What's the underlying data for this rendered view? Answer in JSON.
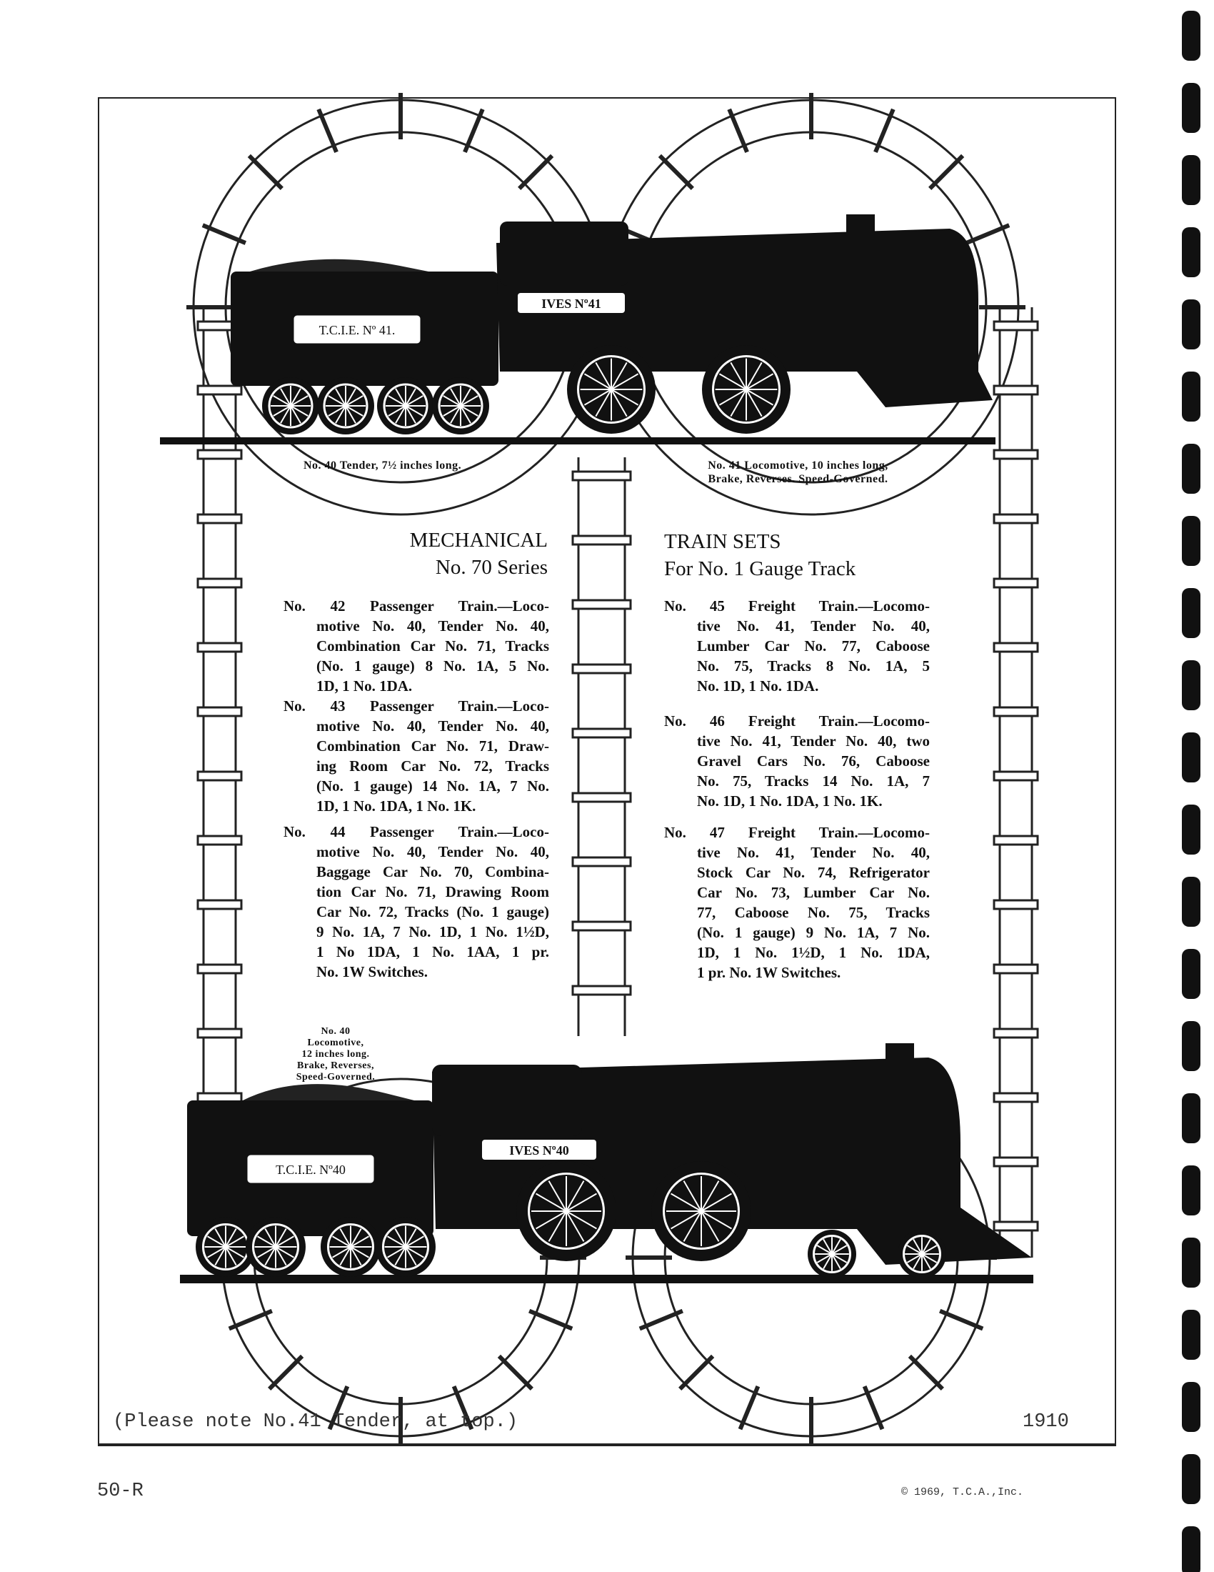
{
  "top_train": {
    "tender_plate": "T.C.I.E. Nº 41.",
    "loco_plate": "IVES Nº41",
    "tender_caption": "No. 40 Tender, 7½ inches long.",
    "loco_caption": [
      "No. 41 Locomotive, 10 inches long,",
      "Brake, Reverses. Speed-Governed."
    ]
  },
  "left_column": {
    "heading": [
      "MECHANICAL",
      "No. 70 Series"
    ],
    "items": [
      {
        "lines": [
          "No. 42 Passenger Train.—Loco-",
          "motive No. 40, Tender No. 40,",
          "Combination Car No. 71, Tracks",
          "(No. 1 gauge) 8 No. 1A, 5 No.",
          "1D, 1 No. 1DA."
        ]
      },
      {
        "lines": [
          "No. 43 Passenger Train.—Loco-",
          "motive No. 40, Tender No. 40,",
          "Combination Car No. 71, Draw-",
          "ing Room Car No. 72, Tracks",
          "(No. 1 gauge) 14 No. 1A, 7 No.",
          "1D, 1 No. 1DA, 1 No. 1K."
        ]
      },
      {
        "lines": [
          "No. 44 Passenger Train.—Loco-",
          "motive No. 40, Tender No. 40,",
          "Baggage Car No. 70, Combina-",
          "tion Car No. 71, Drawing Room",
          "Car No. 72, Tracks (No. 1 gauge)",
          "9 No. 1A, 7 No. 1D, 1 No. 1½D,",
          "1 No 1DA, 1 No. 1AA, 1 pr.",
          "No. 1W Switches."
        ]
      }
    ]
  },
  "right_column": {
    "heading": [
      "TRAIN SETS",
      "For No. 1 Gauge Track"
    ],
    "items": [
      {
        "lines": [
          "No. 45 Freight Train.—Locomo-",
          "tive No. 41, Tender No. 40,",
          "Lumber Car No. 77, Caboose",
          "No. 75, Tracks 8 No. 1A, 5",
          "No. 1D, 1 No. 1DA."
        ]
      },
      {
        "lines": [
          "No. 46 Freight Train.—Locomo-",
          "tive No. 41, Tender No. 40, two",
          "Gravel Cars No. 76, Caboose",
          "No. 75, Tracks 14 No. 1A, 7",
          "No. 1D, 1 No. 1DA, 1 No. 1K."
        ]
      },
      {
        "lines": [
          "No. 47 Freight Train.—Locomo-",
          "tive No. 41, Tender No. 40,",
          "Stock Car No. 74, Refrigerator",
          "Car No. 73, Lumber Car No.",
          "77, Caboose No. 75, Tracks",
          "(No. 1 gauge) 9 No. 1A, 7 No.",
          "1D, 1 No. 1½D, 1 No. 1DA,",
          "1 pr. No. 1W Switches."
        ]
      }
    ]
  },
  "bottom_train": {
    "tender_plate": "T.C.I.E. Nº40",
    "loco_plate": "IVES Nº40",
    "loco_caption": [
      "No. 40",
      "Locomotive,",
      "12 inches long.",
      "Brake, Reverses,",
      "Speed-Governed."
    ]
  },
  "footer": {
    "note": "(Please note No.41 Tender, at top.)",
    "year": "1910",
    "page_number": "50-R",
    "copyright": "© 1969, T.C.A.,Inc."
  }
}
